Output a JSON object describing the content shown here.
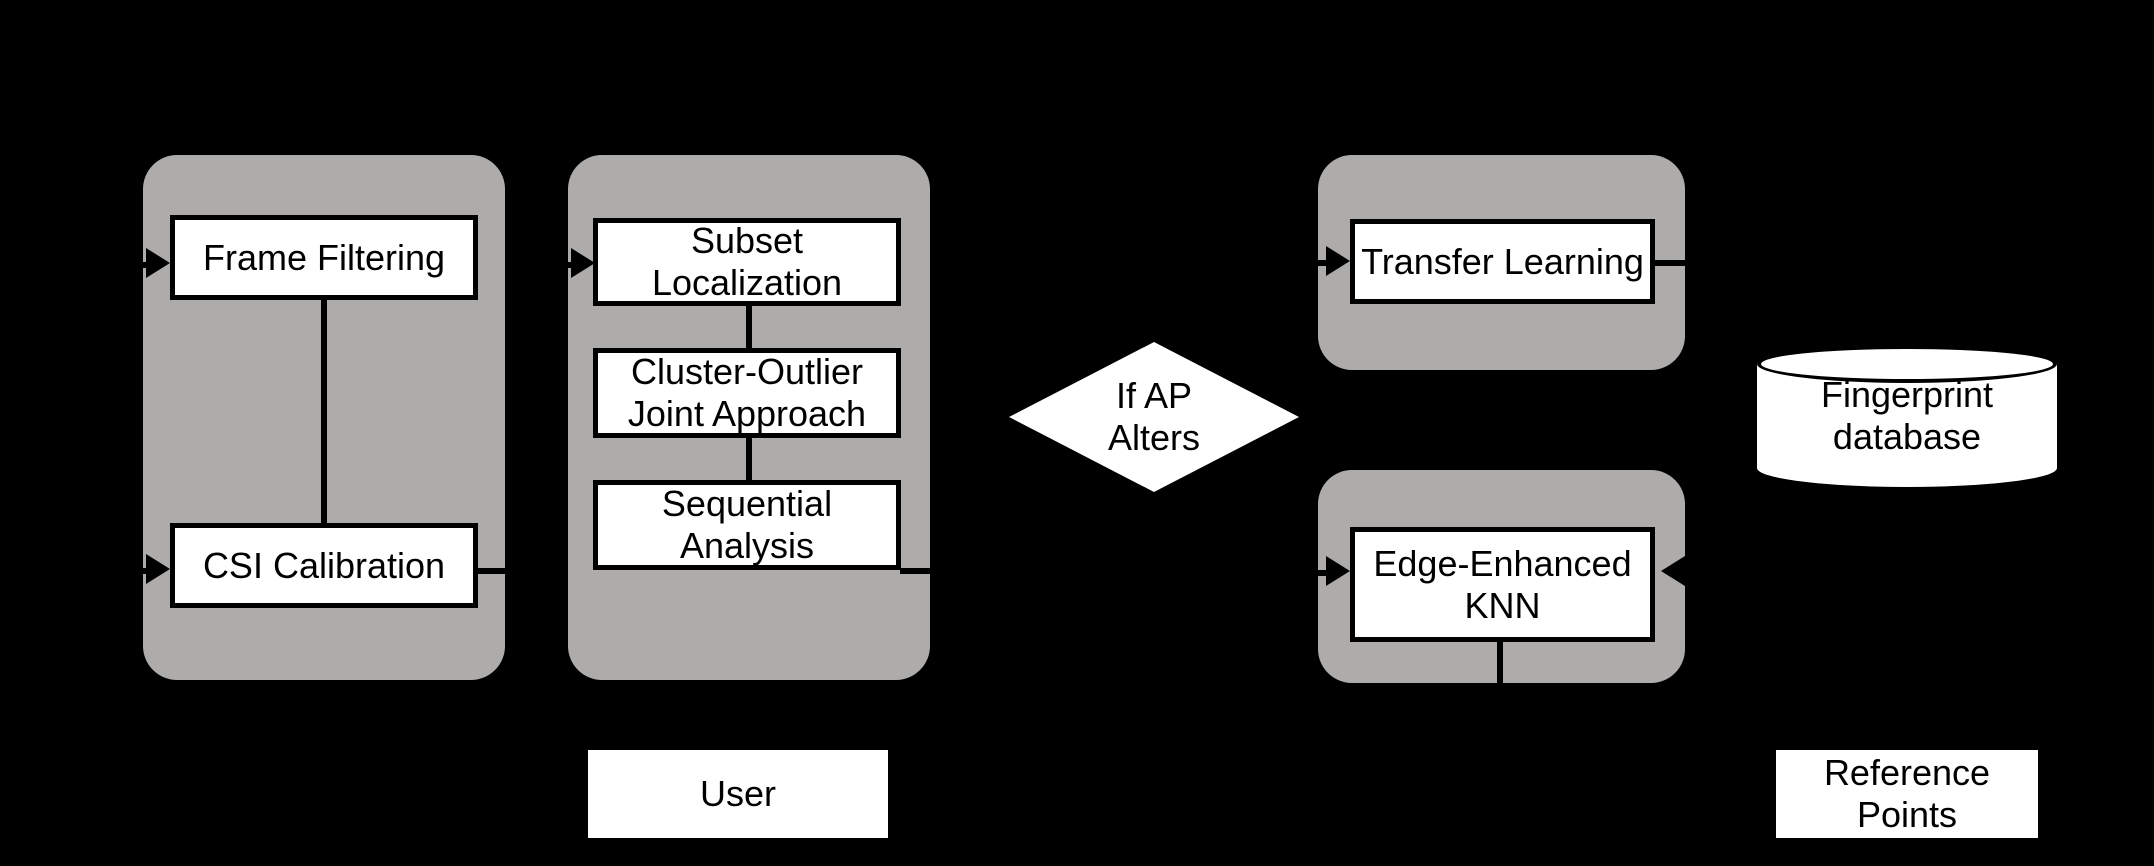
{
  "diagram": {
    "title": "WiFi CSI Indoor Localization Pipeline Flowchart",
    "background_color": "#000000",
    "group_color": "#AEABAB",
    "node_color": "#FFFFFF",
    "stroke_color": "#000000",
    "groups": [
      {
        "id": "preprocessing",
        "label": ""
      },
      {
        "id": "localization",
        "label": ""
      },
      {
        "id": "transfer",
        "label": ""
      },
      {
        "id": "matching",
        "label": ""
      }
    ],
    "nodes": [
      {
        "id": "frame-filtering",
        "label": "Frame Filtering",
        "shape": "rect"
      },
      {
        "id": "csi-calibration",
        "label": "CSI Calibration",
        "shape": "rect"
      },
      {
        "id": "subset-localization",
        "label": "Subset\nLocalization",
        "shape": "rect"
      },
      {
        "id": "cluster-outlier-joint-approach",
        "label": "Cluster-Outlier\nJoint Approach",
        "shape": "rect"
      },
      {
        "id": "sequential-analysis",
        "label": "Sequential\nAnalysis",
        "shape": "rect"
      },
      {
        "id": "transfer-learning",
        "label": "Transfer Learning",
        "shape": "rect"
      },
      {
        "id": "edge-enhanced-knn",
        "label": "Edge-Enhanced\nKNN",
        "shape": "rect"
      },
      {
        "id": "if-ap-alters",
        "label": "If AP\nAlters",
        "shape": "diamond"
      },
      {
        "id": "fingerprint-database",
        "label": "Fingerprint\ndatabase",
        "shape": "cylinder"
      },
      {
        "id": "user",
        "label": "User",
        "shape": "rect-plain"
      },
      {
        "id": "reference-points",
        "label": "Reference\nPoints",
        "shape": "rect-plain"
      }
    ]
  }
}
